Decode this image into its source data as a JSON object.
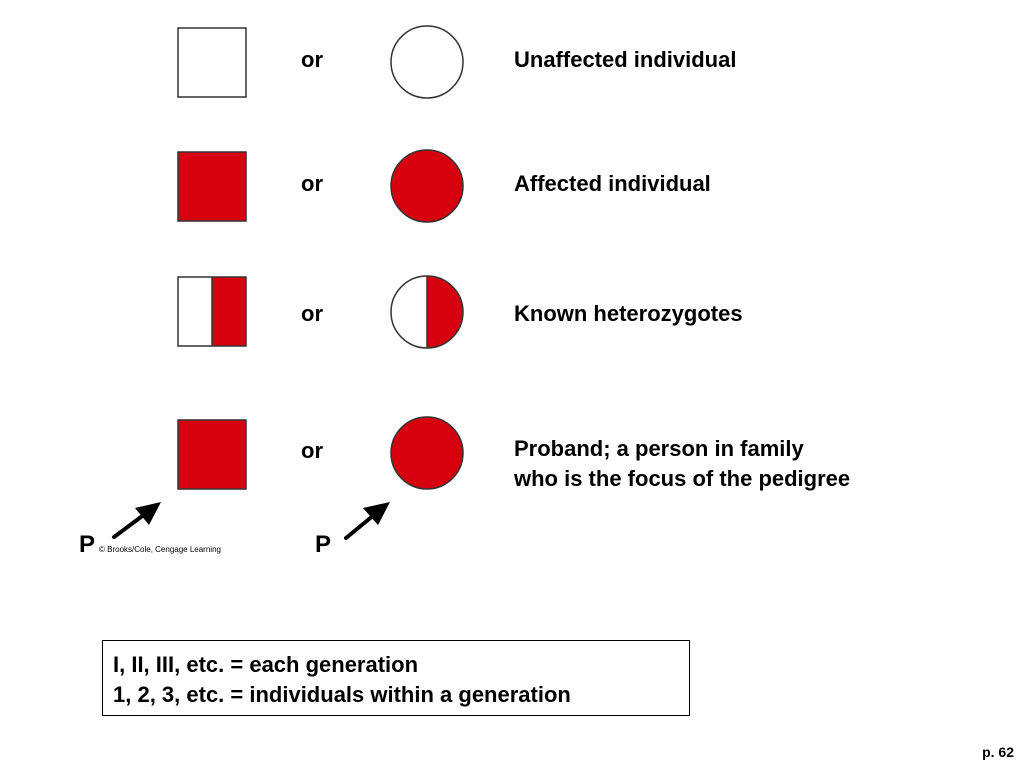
{
  "colors": {
    "affected": "#d7000f",
    "unaffected": "#ffffff",
    "stroke": "#333333",
    "arrow": "#000000"
  },
  "rows": [
    {
      "or_label": "or",
      "description": "Unaffected individual",
      "symbol_state": "unaffected"
    },
    {
      "or_label": "or",
      "description": "Affected individual",
      "symbol_state": "affected"
    },
    {
      "or_label": "or",
      "description": "Known heterozygotes",
      "symbol_state": "heterozygote"
    },
    {
      "or_label": "or",
      "description_lines": [
        "Proband; a person in family",
        "who is the focus of the pedigree"
      ],
      "symbol_state": "proband"
    }
  ],
  "proband_markers": {
    "male_label": "P",
    "female_label": "P"
  },
  "credit": "© Brooks/Cole, Cengage Learning",
  "note": {
    "line1": "I, II, III, etc. = each generation",
    "line2": "1, 2, 3, etc. = individuals within a generation"
  },
  "page_number": "p. 62"
}
